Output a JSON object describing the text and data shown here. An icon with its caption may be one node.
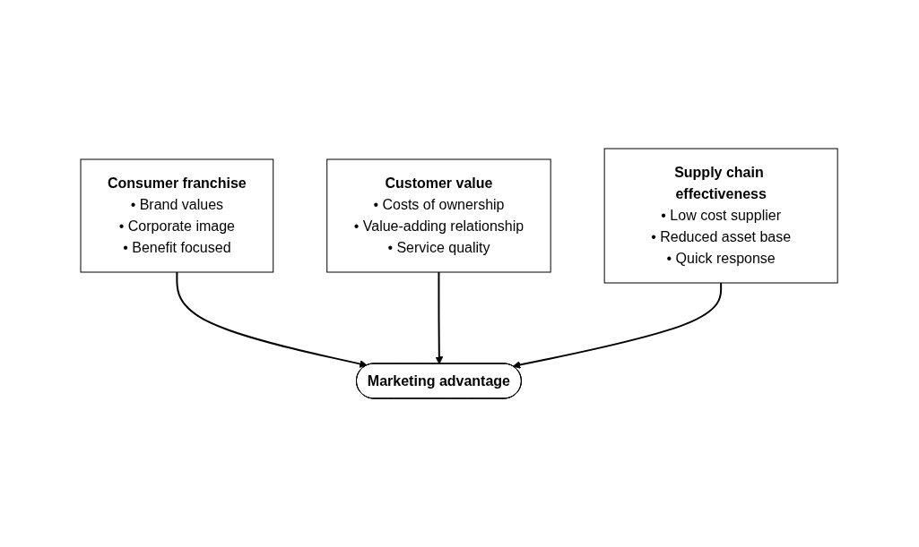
{
  "diagram": {
    "nodes": [
      {
        "text": [
          "Consumer franchise",
          "• Brand values",
          "• Corporate image",
          "• Benefit focused"
        ]
      },
      {
        "text": [
          "Marketing advantage"
        ]
      },
      {
        "text": [
          "Customer value",
          "• Costs of ownership",
          "• Value-adding relationship",
          "• Service quality"
        ]
      },
      {
        "text": [
          "Supply chain effectiveness",
          "• Low cost supplier",
          "• Reduced asset base",
          "• Quick response"
        ]
      }
    ],
    "edges": [
      {
        "from": 0,
        "to": 1,
        "arrow": "to"
      },
      {
        "from": 2,
        "to": 1,
        "arrow": "to"
      },
      {
        "from": 3,
        "to": 1,
        "arrow": "to"
      }
    ]
  }
}
